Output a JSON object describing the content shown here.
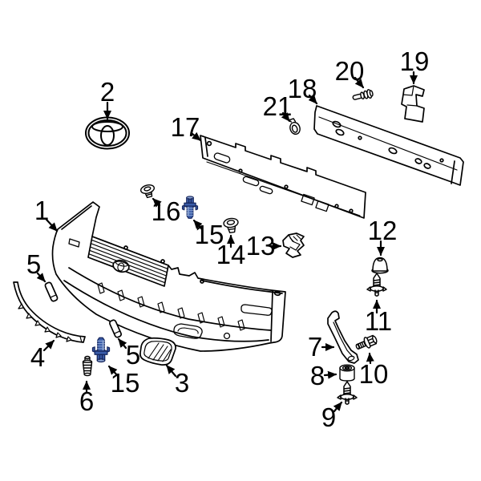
{
  "diagram": {
    "background_color": "#ffffff",
    "line_color": "#000000",
    "label_color": "#000000",
    "highlighted_part_number": "15",
    "colors": {
      "highlight_mid": "#3a5ca8",
      "highlight_light": "#8da6d4",
      "highlight_dark": "#16265c"
    },
    "callouts": {
      "n1": "1",
      "n2": "2",
      "n3": "3",
      "n4": "4",
      "n5a": "5",
      "n5b": "5",
      "n6": "6",
      "n7": "7",
      "n8": "8",
      "n9": "9",
      "n10": "10",
      "n11": "11",
      "n12": "12",
      "n13": "13",
      "n14": "14",
      "n15a": "15",
      "n15b": "15",
      "n16": "16",
      "n17": "17",
      "n18": "18",
      "n19": "19",
      "n20": "20",
      "n21": "21"
    }
  }
}
